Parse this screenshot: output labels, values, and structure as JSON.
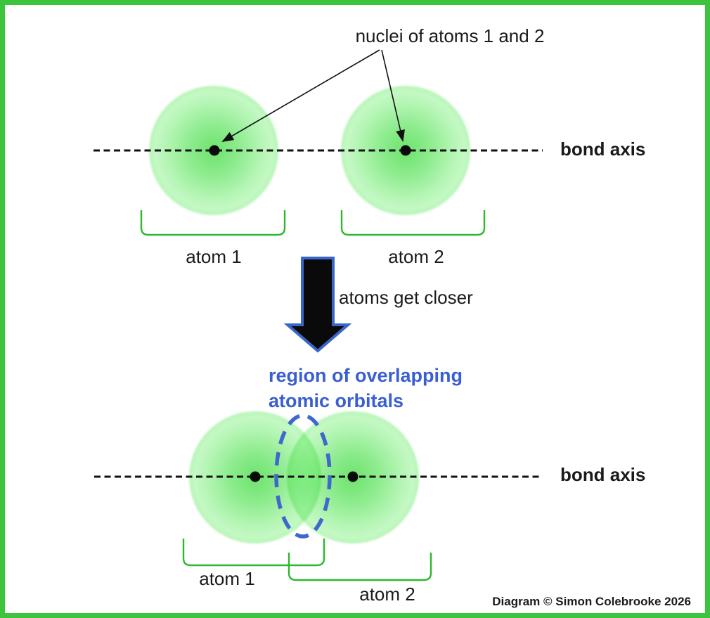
{
  "palette": {
    "frame_border_green": "#3cc43c",
    "orbital_green_center": "#6de36d",
    "orbital_green_light": "#c4f8c4",
    "orbital_green_rim": "#93ef93",
    "bracket_green": "#2eb82e",
    "blue_accent": "#3a5fd0",
    "arrow_outline_blue": "#3a66cc",
    "line_black": "#111111"
  },
  "before": {
    "annotation": "nuclei of atoms 1 and 2",
    "bond_axis_label": "bond axis",
    "atom1_label": "atom 1",
    "atom2_label": "atom 2"
  },
  "transition": {
    "label": "atoms get closer"
  },
  "after": {
    "overlap_label_line1": "region of overlapping",
    "overlap_label_line2": "atomic orbitals",
    "bond_axis_label": "bond axis",
    "atom1_label": "atom 1",
    "atom2_label": "atom 2"
  },
  "footer": {
    "credit": "Diagram © Simon Colebrooke 2026"
  }
}
